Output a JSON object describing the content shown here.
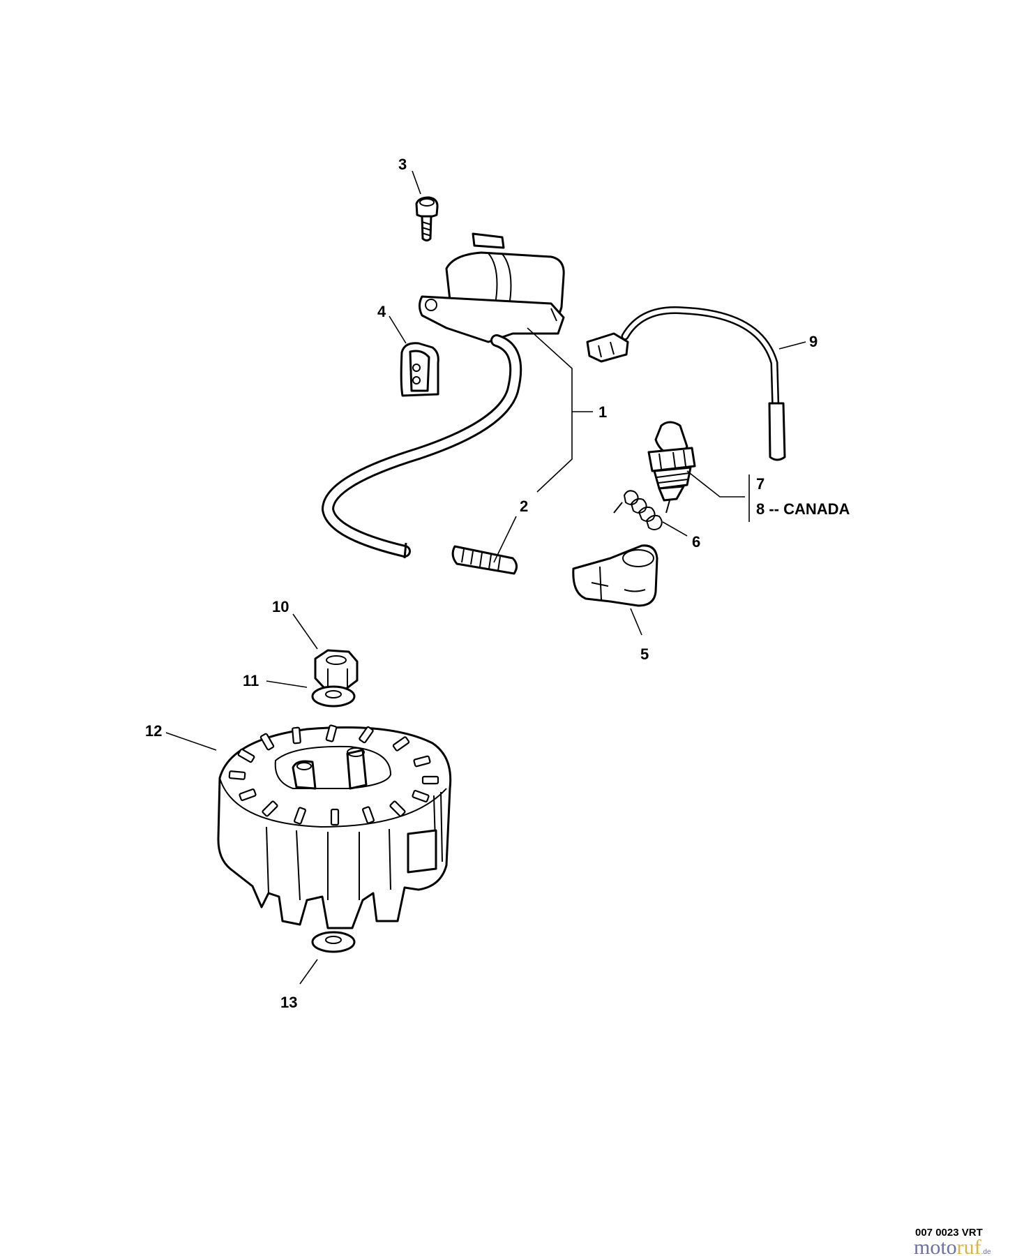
{
  "callouts": {
    "c1": "1",
    "c2": "2",
    "c3": "3",
    "c4": "4",
    "c5": "5",
    "c6": "6",
    "c7": "7",
    "c8": "8 -- CANADA",
    "c9": "9",
    "c10": "10",
    "c11": "11",
    "c12": "12",
    "c13": "13"
  },
  "footer": {
    "reference": "007 0023 VRT",
    "watermark_part1": "moto",
    "watermark_part2": "ruf",
    "watermark_suffix": ".de"
  },
  "colors": {
    "line": "#000000",
    "background": "#ffffff",
    "watermark_blue": "#6d6fa5",
    "watermark_gold": "#d9b24a"
  }
}
